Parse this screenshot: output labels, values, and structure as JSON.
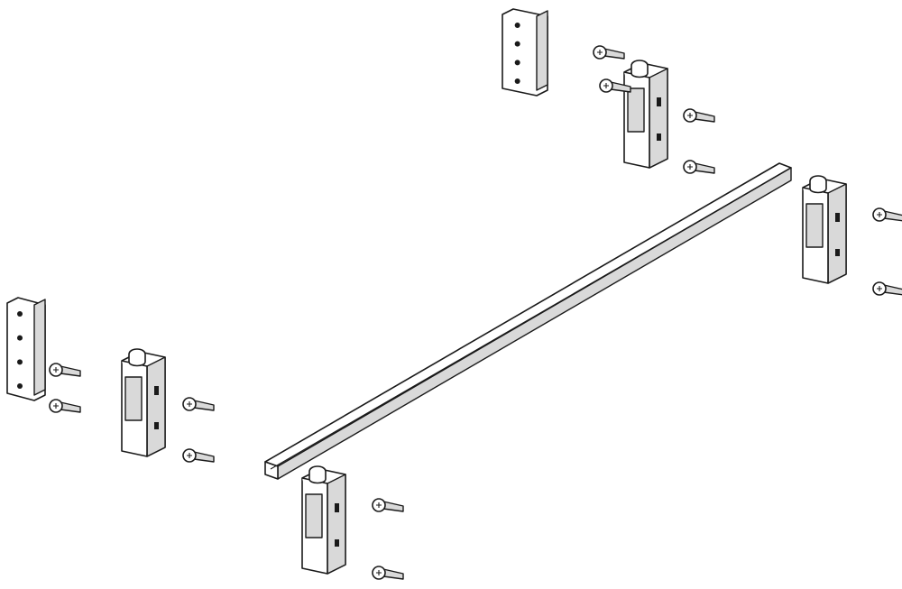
{
  "diagram": {
    "type": "exploded-assembly-drawing",
    "colors": {
      "line": "#1a1a1a",
      "fill": "#ffffff",
      "shade": "#d9d9d9"
    },
    "parts": [
      {
        "name": "mounting-bar"
      },
      {
        "name": "angle-bracket",
        "count": 2
      },
      {
        "name": "clip-bracket",
        "count": 4
      },
      {
        "name": "screw",
        "count": 12
      }
    ]
  }
}
